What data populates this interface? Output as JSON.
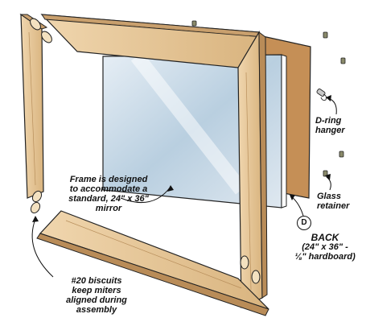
{
  "callouts": {
    "frame": [
      "Frame is designed",
      "to accommodate a",
      "standard, 24\" x 36\"",
      "mirror"
    ],
    "biscuits": [
      "#20 biscuits",
      "keep miters",
      "aligned during",
      "assembly"
    ],
    "dring": [
      "D-ring",
      "hanger"
    ],
    "glass": [
      "Glass",
      "retainer"
    ],
    "back": {
      "badge": "D",
      "title": "BACK",
      "lines": [
        "(24\" x 36\" -",
        "⅛\" hardboard)"
      ]
    }
  },
  "colors": {
    "wood": "#e8caa0",
    "wood_dark": "#c9a06e",
    "mirror": "#cfdde8",
    "hardboard": "#c9935a",
    "outline": "#222222"
  }
}
